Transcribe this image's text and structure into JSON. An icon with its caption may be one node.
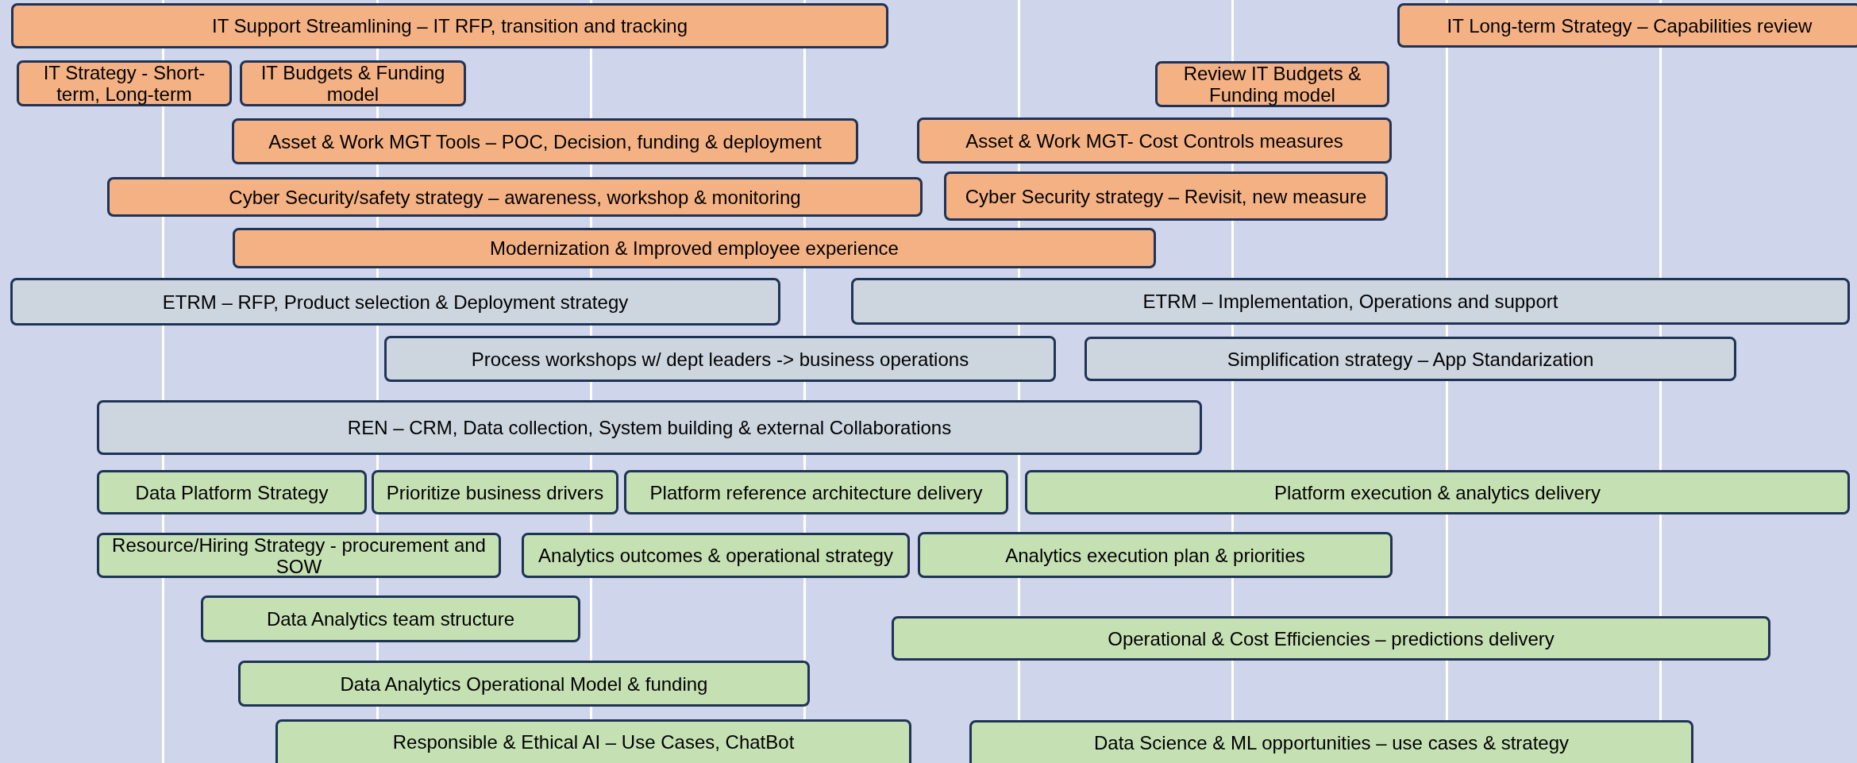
{
  "diagram": {
    "nodes": [
      {
        "text": [
          "IT Support Streamlining – IT RFP, transition and tracking"
        ]
      },
      {
        "text": [
          "IT Long-term Strategy – Capabilities review"
        ]
      },
      {
        "text": [
          "IT Strategy - Short-term, Long-term"
        ]
      },
      {
        "text": [
          "IT Budgets & Funding model"
        ]
      },
      {
        "text": [
          "Review IT Budgets & Funding model"
        ]
      },
      {
        "text": [
          "Asset & Work MGT Tools – POC, Decision, funding & deployment"
        ]
      },
      {
        "text": [
          "Asset & Work MGT- Cost Controls measures"
        ]
      },
      {
        "text": [
          "Cyber Security/safety strategy – awareness, workshop & monitoring"
        ]
      },
      {
        "text": [
          "Cyber Security strategy – Revisit, new measure"
        ]
      },
      {
        "text": [
          "Modernization & Improved employee experience"
        ]
      },
      {
        "text": [
          "ETRM – RFP, Product selection & Deployment strategy"
        ]
      },
      {
        "text": [
          "ETRM – Implementation, Operations and support"
        ]
      },
      {
        "text": [
          "Process workshops w/ dept leaders -> business operations"
        ]
      },
      {
        "text": [
          "Simplification strategy – App Standarization"
        ]
      },
      {
        "text": [
          "REN – CRM, Data collection, System building & external Collaborations"
        ]
      },
      {
        "text": [
          "Data Platform Strategy"
        ]
      },
      {
        "text": [
          "Prioritize business drivers"
        ]
      },
      {
        "text": [
          "Platform reference architecture delivery"
        ]
      },
      {
        "text": [
          "Platform execution & analytics delivery"
        ]
      },
      {
        "text": [
          "Resource/Hiring Strategy - procurement and SOW"
        ]
      },
      {
        "text": [
          "Analytics outcomes & operational strategy"
        ]
      },
      {
        "text": [
          "Analytics execution plan & priorities"
        ]
      },
      {
        "text": [
          "Data Analytics team structure"
        ]
      },
      {
        "text": [
          "Operational & Cost Efficiencies – predictions delivery"
        ]
      },
      {
        "text": [
          "Data Analytics Operational Model & funding"
        ]
      },
      {
        "text": [
          "Responsible & Ethical AI – Use Cases, ChatBot"
        ]
      },
      {
        "text": [
          "Data Science & ML opportunities – use cases & strategy"
        ]
      }
    ]
  }
}
